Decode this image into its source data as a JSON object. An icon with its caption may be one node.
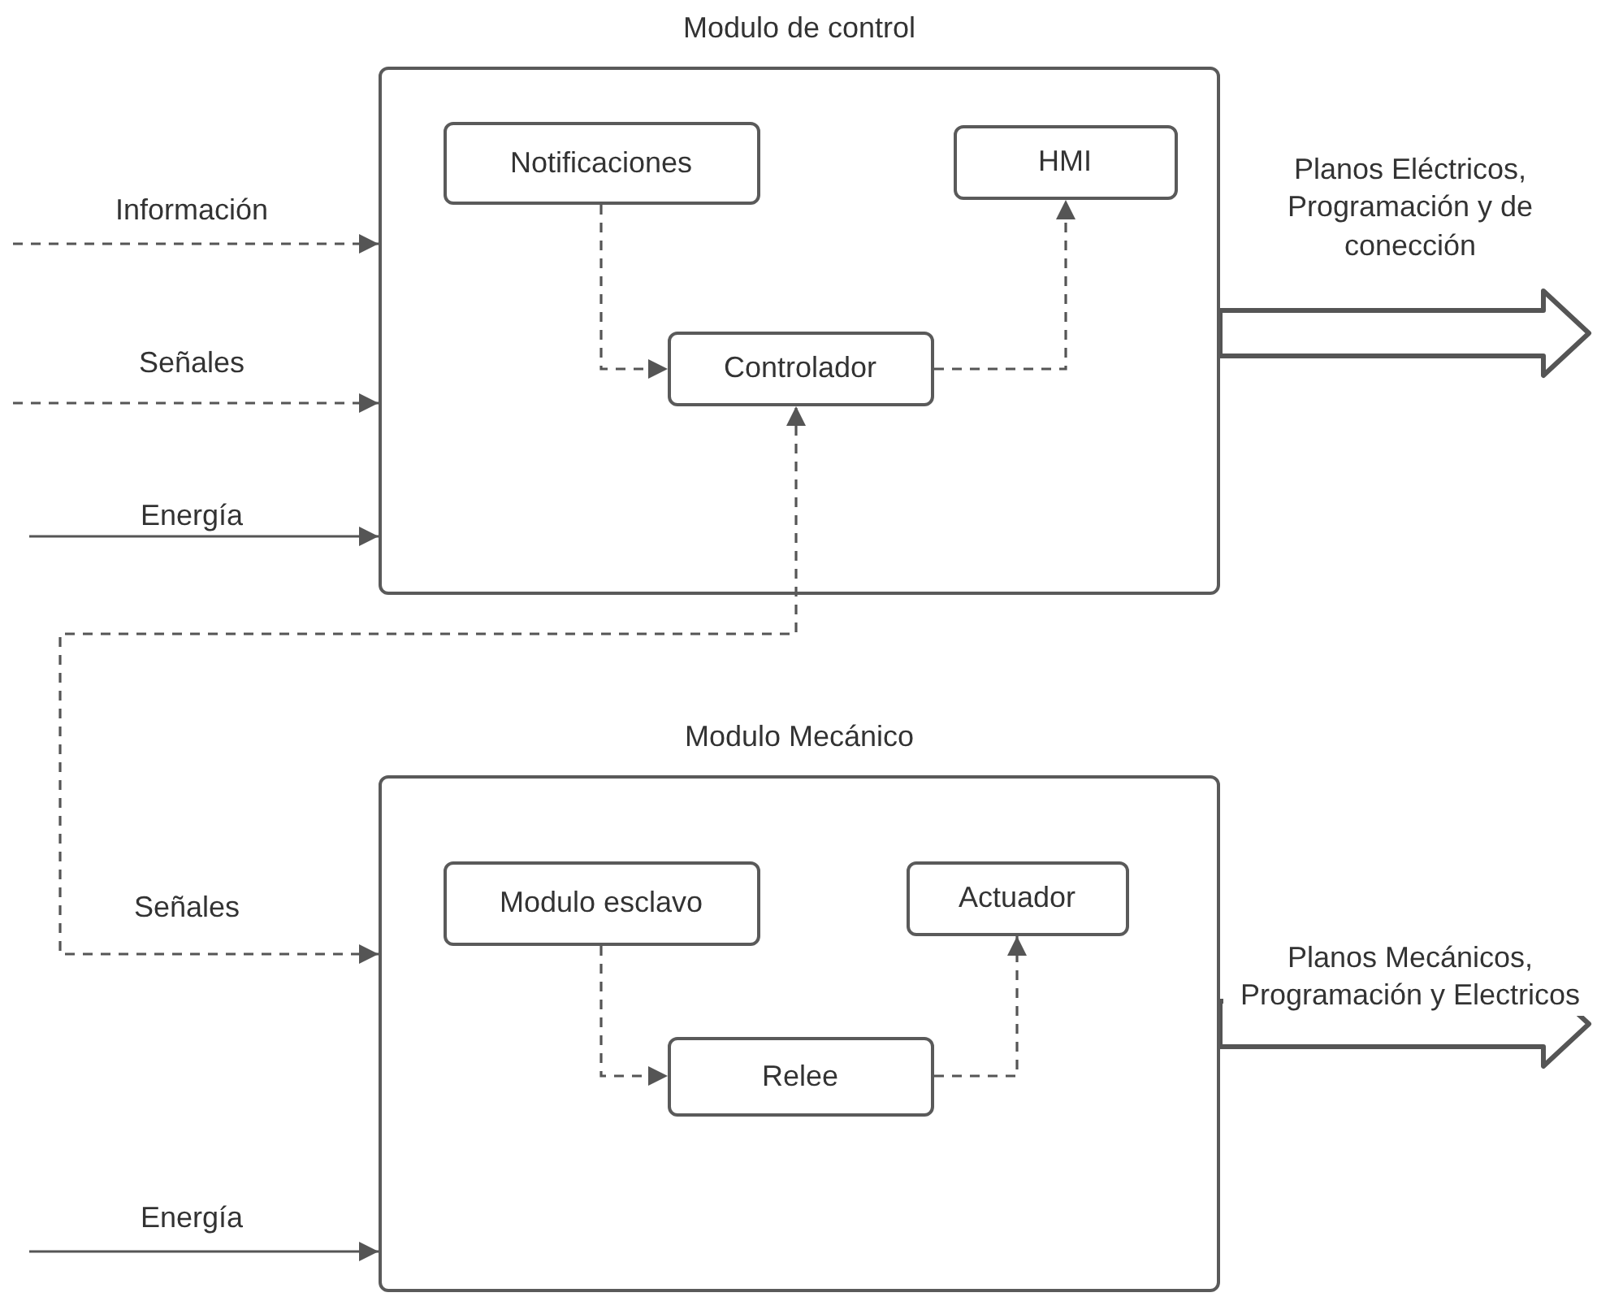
{
  "diagram": {
    "nodes": [
      {
        "text": [
          "Modulo de control"
        ]
      },
      {
        "text": [
          "Notificaciones"
        ],
        "in": 0
      },
      {
        "text": [
          "HMI"
        ],
        "in": 0
      },
      {
        "text": [
          "Controlador"
        ],
        "in": 0
      },
      {
        "text": [
          "Modulo Mecánico"
        ]
      },
      {
        "text": [
          "Modulo esclavo"
        ],
        "in": 4
      },
      {
        "text": [
          "Actuador"
        ],
        "in": 4
      },
      {
        "text": [
          "Relee"
        ],
        "in": 4
      }
    ],
    "edges": [
      {
        "from": null,
        "to": 0,
        "arrow": "to",
        "label": "Información",
        "style": "dashed"
      },
      {
        "from": null,
        "to": 0,
        "arrow": "to",
        "label": "Señales",
        "style": "dashed"
      },
      {
        "from": null,
        "to": 0,
        "arrow": "to",
        "label": "Energía"
      },
      {
        "from": 1,
        "to": 3,
        "arrow": "to",
        "style": "dashed"
      },
      {
        "from": 3,
        "to": 2,
        "arrow": "to",
        "style": "dashed"
      },
      {
        "from": 4,
        "to": 3,
        "arrow": "both",
        "label": "Señales",
        "style": "dashed"
      },
      {
        "from": 5,
        "to": 7,
        "arrow": "to",
        "style": "dashed"
      },
      {
        "from": 7,
        "to": 6,
        "arrow": "to",
        "style": "dashed"
      },
      {
        "from": null,
        "to": 4,
        "arrow": "to",
        "label": "Energía"
      },
      {
        "from": 0,
        "to": null,
        "arrow": "to",
        "label": "Planos Eléctricos, Programación y de conección",
        "style": "thick"
      },
      {
        "from": 4,
        "to": null,
        "arrow": "to",
        "label": "Planos Mecánicos, Programación y Electricos",
        "style": "thick"
      }
    ]
  }
}
